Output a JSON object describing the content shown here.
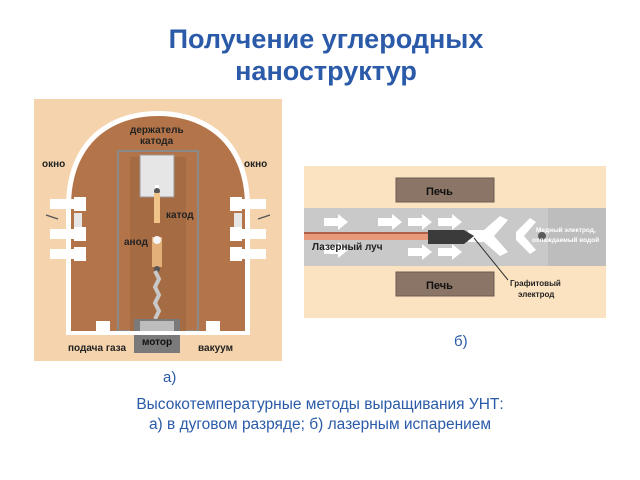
{
  "title": {
    "line1": "Получение углеродных",
    "line2": "наноструктур"
  },
  "figure_a": {
    "caption": "а)",
    "labels": {
      "holder": "держатель",
      "holder2": "катода",
      "window_left": "окно",
      "window_right": "окно",
      "cathode": "катод",
      "anode": "анод",
      "gas": "подача газа",
      "motor": "мотор",
      "vacuum": "вакуум"
    }
  },
  "figure_b": {
    "caption": "б)",
    "labels": {
      "furnace_top": "Печь",
      "furnace_bottom": "Печь",
      "laser": "Лазерный луч",
      "electrode1": "Медный электрод,",
      "electrode2": "охлаждаемый водой",
      "graphite1": "Графитовый",
      "graphite2": "электрод"
    }
  },
  "caption": {
    "line1": "Высокотемпературные методы выращивания УНТ:",
    "line2": "а) в дуговом разряде; б) лазерным испарением"
  },
  "colors": {
    "title": "#2a5aa8",
    "chamber": "#b4744a",
    "background_a": "#f4d3ad",
    "background_b": "#fbe2c0"
  }
}
